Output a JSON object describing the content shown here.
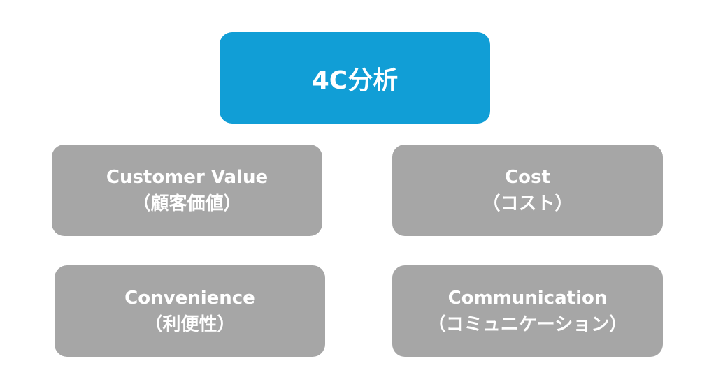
{
  "title": "4C分析",
  "items": [
    {
      "en": "Customer Value",
      "ja": "（顧客価値）"
    },
    {
      "en": "Cost",
      "ja": "（コスト）"
    },
    {
      "en": "Convenience",
      "ja": "（利便性）"
    },
    {
      "en": "Communication",
      "ja": "（コミュニケーション）"
    }
  ],
  "colors": {
    "accent": "#119ed6",
    "box": "#a6a6a6"
  }
}
